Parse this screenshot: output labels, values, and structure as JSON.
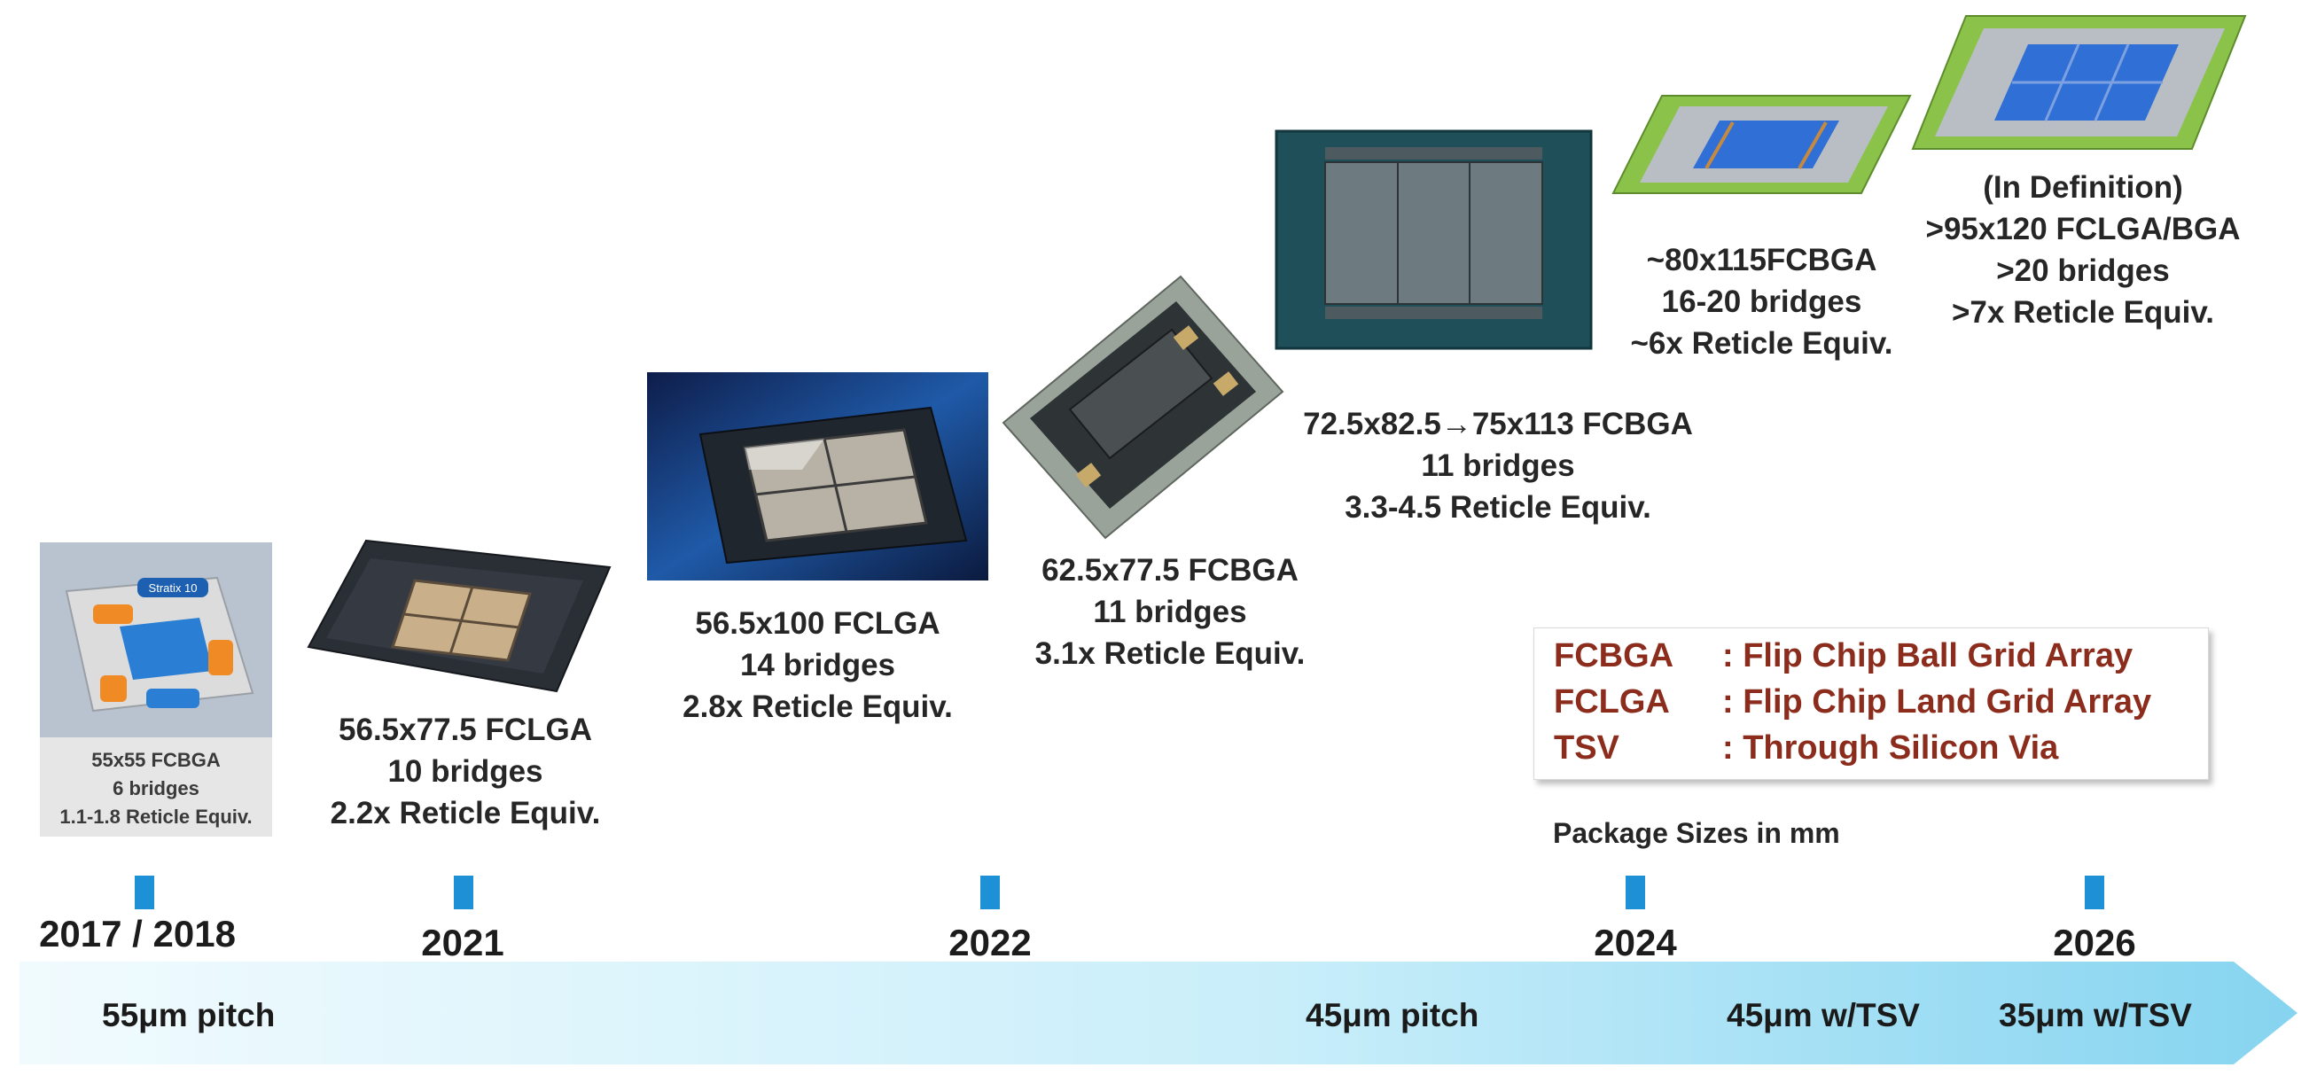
{
  "packages": [
    {
      "year": "2017 / 2018",
      "lines": [
        "55x55 FCBGA",
        "6 bridges",
        "1.1-1.8 Reticle Equiv."
      ],
      "image_label": "Stratix 10"
    },
    {
      "year": "2021",
      "lines": [
        "56.5x77.5 FCLGA",
        "10 bridges",
        "2.2x Reticle Equiv."
      ]
    },
    {
      "year": "2022",
      "lines": [
        "56.5x100 FCLGA",
        "14 bridges",
        "2.8x Reticle Equiv."
      ]
    },
    {
      "year": "",
      "lines": [
        "62.5x77.5 FCBGA",
        "11 bridges",
        "3.1x Reticle Equiv."
      ]
    },
    {
      "year": "2024",
      "lines": [
        "72.5x82.5→75x113 FCBGA",
        "11 bridges",
        "3.3-4.5 Reticle Equiv."
      ]
    },
    {
      "year": "",
      "lines": [
        "~80x115FCBGA",
        "16-20 bridges",
        "~6x Reticle Equiv."
      ]
    },
    {
      "year": "2026",
      "lines": [
        "(In Definition)",
        ">95x120 FCLGA/BGA",
        ">20 bridges",
        ">7x Reticle Equiv."
      ]
    }
  ],
  "pitches": [
    "55μm pitch",
    "45μm pitch",
    "45μm w/TSV",
    "35μm w/TSV"
  ],
  "legend": [
    {
      "term": "FCBGA",
      "definition": ": Flip Chip Ball Grid Array"
    },
    {
      "term": "FCLGA",
      "definition": ": Flip Chip Land Grid Array"
    },
    {
      "term": "TSV",
      "definition": ": Through Silicon Via"
    }
  ],
  "note": "Package Sizes in mm",
  "colors": {
    "arrow_light": "#eaf8fd",
    "arrow_dark": "#8ed8f2",
    "marker": "#1e90d6",
    "legend_text": "#8b2c1c",
    "substrate_green": "#8bc34a",
    "die_blue": "#2f6fd6"
  }
}
